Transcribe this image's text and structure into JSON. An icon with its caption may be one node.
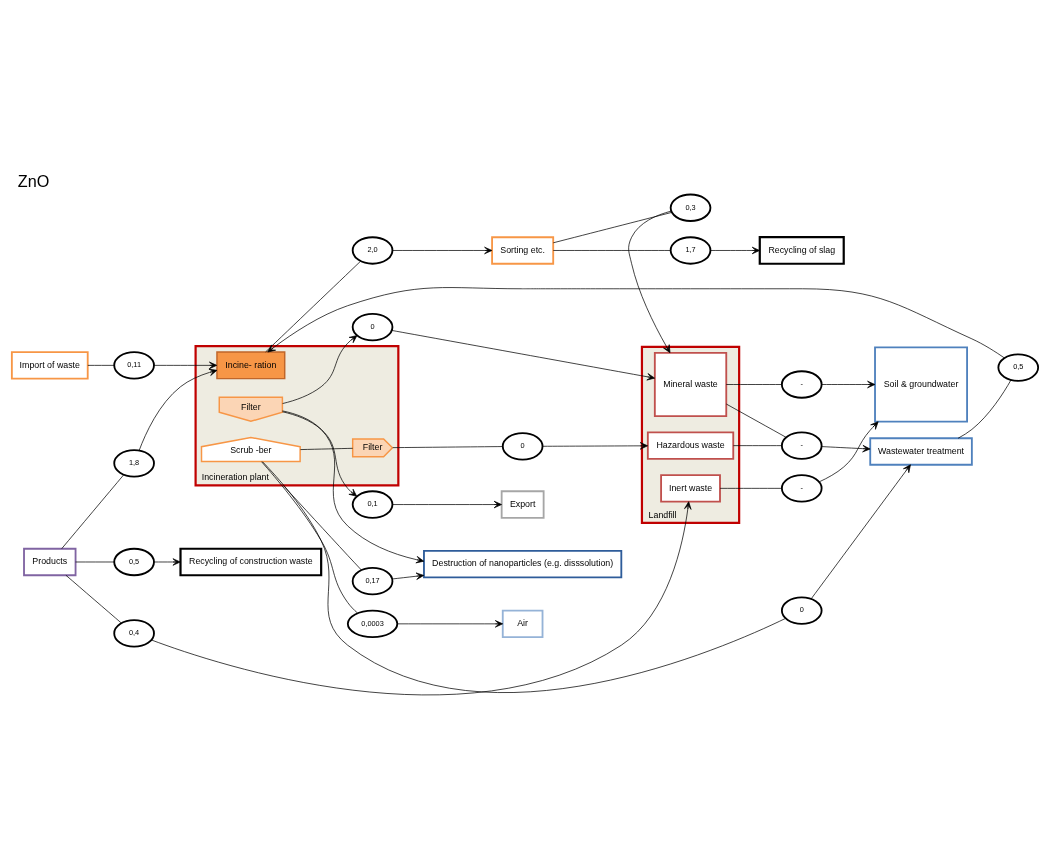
{
  "diagram": {
    "title": "ZnO",
    "nodes": [
      {
        "text": [
          "Destruction of nanoparticles (e.g. disssolution)"
        ]
      },
      {
        "text": [
          "Air"
        ]
      },
      {
        "text": [
          "Export"
        ]
      },
      {
        "text": [
          "Incineration plant"
        ]
      },
      {
        "text": [
          "Scrub -ber"
        ],
        "in": 3
      },
      {
        "text": [
          "Filter"
        ],
        "in": 3
      },
      {
        "text": [
          "Filter"
        ],
        "in": 3
      },
      {
        "text": [
          "Incine- ration"
        ],
        "in": 3
      },
      {
        "text": [
          "Landfill"
        ]
      },
      {
        "text": [
          "Inert waste"
        ],
        "in": 8
      },
      {
        "text": [
          "Hazardous waste"
        ],
        "in": 8
      },
      {
        "text": [
          "Mineral waste"
        ],
        "in": 8
      },
      {
        "text": [
          "Soil & groundwater"
        ]
      },
      {
        "text": [
          "Products"
        ]
      },
      {
        "text": [
          "Import of waste"
        ]
      },
      {
        "text": [
          "Sorting etc."
        ]
      },
      {
        "text": [
          "Wastewater treatment"
        ]
      },
      {
        "text": [
          "Recycling of slag"
        ]
      },
      {
        "text": [
          "Recycling of construction waste"
        ]
      },
      {
        "text": [
          "0,0003"
        ]
      },
      {
        "text": [
          "0,17"
        ]
      },
      {
        "text": [
          "0,1"
        ]
      },
      {
        "text": [
          "0"
        ]
      },
      {
        "text": [
          "0"
        ]
      },
      {
        "text": [
          "0"
        ]
      },
      {
        "text": [
          "0,4"
        ]
      },
      {
        "text": [
          "1,8"
        ]
      },
      {
        "text": [
          "0,11"
        ]
      },
      {
        "text": [
          "0,5"
        ]
      },
      {
        "text": [
          "2,0"
        ]
      },
      {
        "text": [
          "0,3"
        ]
      },
      {
        "text": [
          "-"
        ]
      },
      {
        "text": [
          "-"
        ]
      },
      {
        "text": [
          "1,7"
        ]
      },
      {
        "text": [
          "-"
        ]
      },
      {
        "text": [
          "0,5"
        ]
      }
    ],
    "edges": [
      {
        "from": 4,
        "to": 19,
        "arrow": "none"
      },
      {
        "from": 19,
        "to": 1,
        "arrow": "to"
      },
      {
        "from": 3,
        "to": 20,
        "arrow": "none"
      },
      {
        "from": 20,
        "to": 0,
        "arrow": "to"
      },
      {
        "from": 6,
        "to": 21,
        "arrow": "to"
      },
      {
        "from": 21,
        "to": 2,
        "arrow": "to"
      },
      {
        "from": 6,
        "to": 0,
        "arrow": "to"
      },
      {
        "from": 6,
        "to": 24,
        "arrow": "to"
      },
      {
        "from": 24,
        "to": 11,
        "arrow": "to"
      },
      {
        "from": 4,
        "to": 22,
        "arrow": "none"
      },
      {
        "from": 22,
        "to": 16,
        "arrow": "to"
      },
      {
        "from": 4,
        "to": 5,
        "arrow": "none"
      },
      {
        "from": 5,
        "to": 23,
        "arrow": "none"
      },
      {
        "from": 23,
        "to": 10,
        "arrow": "to"
      },
      {
        "from": 13,
        "to": 25,
        "arrow": "none"
      },
      {
        "from": 25,
        "to": 9,
        "arrow": "to"
      },
      {
        "from": 13,
        "to": 26,
        "arrow": "none"
      },
      {
        "from": 26,
        "to": 7,
        "arrow": "to"
      },
      {
        "from": 14,
        "to": 27,
        "arrow": "none"
      },
      {
        "from": 27,
        "to": 7,
        "arrow": "to"
      },
      {
        "from": 16,
        "to": 28,
        "arrow": "none"
      },
      {
        "from": 28,
        "to": 7,
        "arrow": "to"
      },
      {
        "from": 13,
        "to": 35,
        "arrow": "none"
      },
      {
        "from": 35,
        "to": 18,
        "arrow": "to"
      },
      {
        "from": 7,
        "to": 29,
        "arrow": "none"
      },
      {
        "from": 29,
        "to": 15,
        "arrow": "to"
      },
      {
        "from": 15,
        "to": 30,
        "arrow": "none"
      },
      {
        "from": 30,
        "to": 11,
        "arrow": "to"
      },
      {
        "from": 15,
        "to": 33,
        "arrow": "none"
      },
      {
        "from": 33,
        "to": 17,
        "arrow": "to"
      },
      {
        "from": 9,
        "to": 31,
        "arrow": "none"
      },
      {
        "from": 31,
        "to": 12,
        "arrow": "to"
      },
      {
        "from": 11,
        "to": 32,
        "arrow": "none"
      },
      {
        "from": 32,
        "to": 12,
        "arrow": "to"
      },
      {
        "from": 11,
        "to": 34,
        "arrow": "none"
      },
      {
        "from": 10,
        "to": 34,
        "arrow": "none"
      },
      {
        "from": 34,
        "to": 16,
        "arrow": "to"
      }
    ]
  }
}
